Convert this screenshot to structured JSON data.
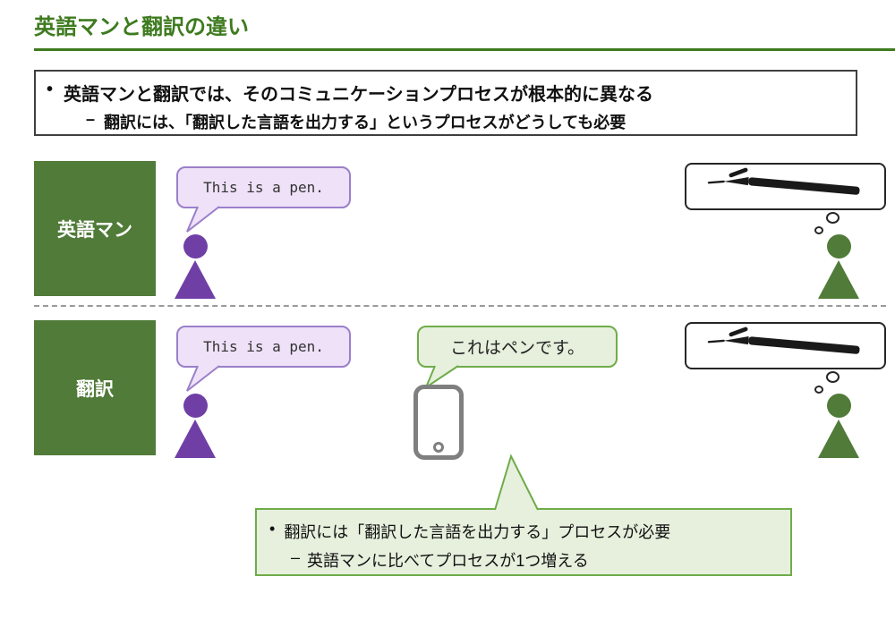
{
  "title": "英語マンと翻訳の違い",
  "intro": {
    "bullet": "•",
    "line1": "英語マンと翻訳では、そのコミュニケーションプロセスが根本的に異なる",
    "dash": "–",
    "line2": "翻訳には、「翻訳した言語を出力する」というプロセスがどうしても必要"
  },
  "rows": [
    {
      "label": "英語マン",
      "speech": "This is a pen."
    },
    {
      "label": "翻訳",
      "speech": "This is a pen.",
      "translated": "これはペンです。"
    }
  ],
  "callout": {
    "bullet": "•",
    "line1": "翻訳には「翻訳した言語を出力する」プロセスが必要",
    "dash": "–",
    "line2": "英語マンに比べてプロセスが1つ増える"
  },
  "icons": {
    "speaker": "person-icon",
    "listener": "person-icon",
    "device": "smartphone-icon",
    "thought_content": "pen-icon"
  },
  "colors": {
    "green_title": "#3e7b1f",
    "green_dark": "#507b38",
    "green_accent": "#6fac49",
    "green_light": "#e6f0dd",
    "purple": "#6f3fa6",
    "purple_light": "#eee1f8",
    "purple_border": "#9b7fc9",
    "ink": "#1a1a1a"
  }
}
